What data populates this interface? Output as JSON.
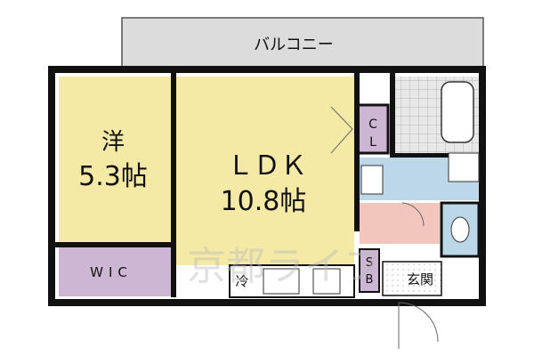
{
  "rooms": {
    "balcony": "バルコニー",
    "western_name": "洋",
    "western_size": "5.3帖",
    "ldk_name": "ＬＤＫ",
    "ldk_size": "10.8帖",
    "closet_c": "C",
    "closet_l": "L",
    "wic": "WIC",
    "refrigerator": "冷",
    "shoe_box_s": "S",
    "shoe_box_b": "B",
    "entrance": "玄関"
  },
  "watermark": "京都ライフ",
  "colors": {
    "western_floor": "#f5e9a6",
    "ldk_floor": "#f5e9a6",
    "storage": "#cdb5d4",
    "water_area": "#bcd8e8",
    "hallway": "#f2c5bd",
    "balcony": "#dcdcdc",
    "wall": "#111111"
  }
}
